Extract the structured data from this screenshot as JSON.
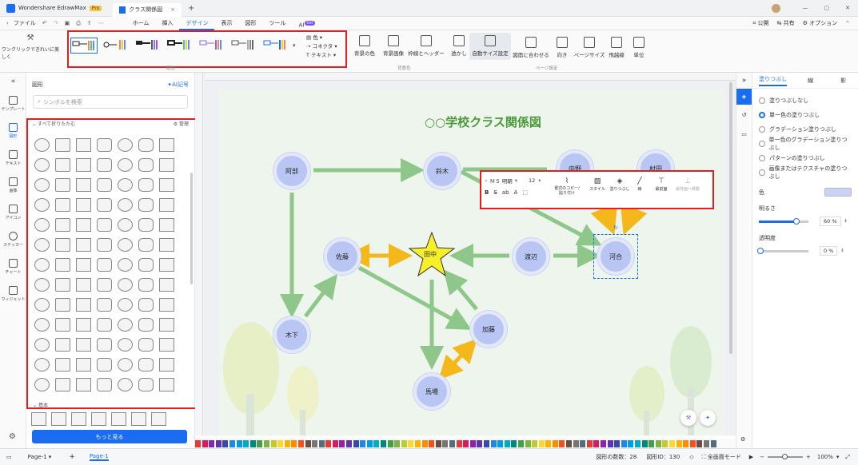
{
  "app": {
    "name": "Wondershare EdrawMax",
    "badge": "Pro",
    "doc_tab": "クラス関係図"
  },
  "menu": {
    "file": "ファイル"
  },
  "ribbon_tabs": [
    "ホーム",
    "挿入",
    "デザイン",
    "表示",
    "図形",
    "ツール",
    "AI"
  ],
  "ai_badge": "hot",
  "title_actions": {
    "publish": "公開",
    "share": "共有",
    "options": "オプション"
  },
  "ribbon": {
    "one_click": "ワンクリックできれいに美しく",
    "layout_group_label": "配色",
    "color_menu": [
      "色",
      "コネクタ",
      "テキスト"
    ],
    "bg_buttons": [
      "背景の色",
      "背景画像",
      "枠線とヘッダー",
      "透かし"
    ],
    "bg_group_label": "背景色",
    "page_buttons": [
      "自動サイズ設定",
      "図面に合わせる",
      "向き",
      "ページサイズ",
      "飛越線",
      "単位"
    ],
    "page_group_label": "ページ設定"
  },
  "leftnav": [
    "テンプレート",
    "図形",
    "テキスト",
    "画像",
    "アイコン",
    "ステッカー",
    "チャート",
    "ウィジェット"
  ],
  "shapes_panel": {
    "title": "図形",
    "ai": "AI記号",
    "search_placeholder": "シンボルを検索",
    "section": "すべて折りたたむ",
    "manage": "管理",
    "section2": "基本",
    "more_button": "もっと見る"
  },
  "diagram": {
    "title": "○○学校クラス関係図",
    "nodes": [
      "阿部",
      "鈴木",
      "中野",
      "村田",
      "佐藤",
      "田中",
      "渡辺",
      "河合",
      "木下",
      "加藤",
      "馬場"
    ]
  },
  "floating_toolbar": {
    "font": "ＭＳ 明朝",
    "size": "12",
    "labels": [
      "書式のコピー/貼り付け",
      "スタイル",
      "塗りつぶし",
      "線",
      "最前面",
      "最背面へ移動"
    ]
  },
  "right_panel": {
    "tabs": [
      "塗りつぶし",
      "線",
      "影"
    ],
    "fill_options": [
      "塗りつぶしなし",
      "単一色の塗りつぶし",
      "グラデーション塗りつぶし",
      "単一色のグラデーション塗りつぶし",
      "パターンの塗りつぶし",
      "画像またはテクスチャの塗りつぶし"
    ],
    "color_label": "色",
    "color_value": "#c9d3f7",
    "brightness_label": "明るさ",
    "brightness": "60 %",
    "transparency_label": "透明度",
    "transparency": "0 %"
  },
  "status": {
    "page_tab": "Page-1",
    "page_tab_active": "Page-1",
    "shape_count": "図形の数数：28",
    "shape_id": "図形ID：130",
    "fullscreen": "全画面モード",
    "zoom": "100%"
  }
}
